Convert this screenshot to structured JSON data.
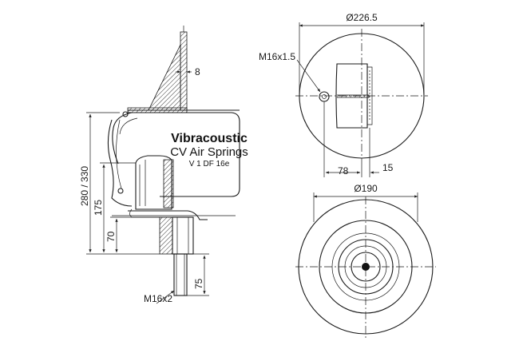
{
  "brand": {
    "line1": "Vibracoustic",
    "line2": "CV Air Springs",
    "model": "V 1 DF 16e"
  },
  "dimensions": {
    "plate_thickness": "8",
    "total_height": "280 / 330",
    "height_175": "175",
    "height_70": "70",
    "stud_length": "75",
    "bottom_thread": "M16x2",
    "top_diameter": "Ø226.5",
    "top_thread": "M16x1.5",
    "offset_78": "78",
    "offset_15": "15",
    "bottom_diameter": "Ø190"
  }
}
